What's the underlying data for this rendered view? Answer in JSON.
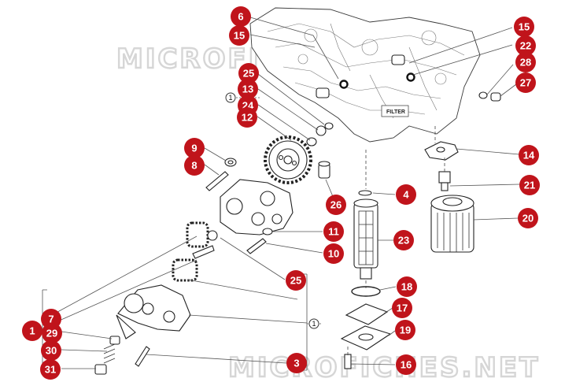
{
  "diagram": {
    "watermark_text": "MICROFICHES.NET",
    "filter_label": "FILTER",
    "callouts": [
      {
        "label": "6"
      },
      {
        "label": "15"
      },
      {
        "label": "15"
      },
      {
        "label": "22"
      },
      {
        "label": "28"
      },
      {
        "label": "27"
      },
      {
        "label": "25"
      },
      {
        "label": "13"
      },
      {
        "label": "24"
      },
      {
        "label": "12"
      },
      {
        "label": "9"
      },
      {
        "label": "8"
      },
      {
        "label": "14"
      },
      {
        "label": "21"
      },
      {
        "label": "4"
      },
      {
        "label": "26"
      },
      {
        "label": "20"
      },
      {
        "label": "11"
      },
      {
        "label": "23"
      },
      {
        "label": "10"
      },
      {
        "label": "25"
      },
      {
        "label": "18"
      },
      {
        "label": "7"
      },
      {
        "label": "17"
      },
      {
        "label": "1"
      },
      {
        "label": "29"
      },
      {
        "label": "19"
      },
      {
        "label": "30"
      },
      {
        "label": "3"
      },
      {
        "label": "16"
      },
      {
        "label": "31"
      }
    ],
    "references": [
      {
        "label": "1"
      },
      {
        "label": "1"
      }
    ],
    "colors": {
      "badge": "#c0141b",
      "watermark": "#d6d6d6",
      "lines": "#222222"
    }
  }
}
